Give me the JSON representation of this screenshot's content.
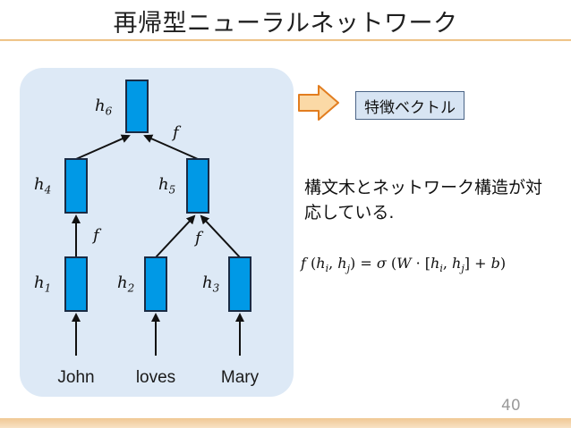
{
  "title": "再帰型ニューラルネットワーク",
  "feature_vector_label": "特徴ベクトル",
  "description": "構文木とネットワーク構造が対応している.",
  "formula": {
    "lhs_f": "f",
    "lhs_args": "(h",
    "i": "i",
    "j": "j",
    "sigma": "σ",
    "W": "W",
    "b": "b"
  },
  "tree": {
    "words": [
      "John",
      "loves",
      "Mary"
    ],
    "nodes": [
      {
        "label": "h",
        "sub": "1"
      },
      {
        "label": "h",
        "sub": "2"
      },
      {
        "label": "h",
        "sub": "3"
      },
      {
        "label": "h",
        "sub": "4"
      },
      {
        "label": "h",
        "sub": "5"
      },
      {
        "label": "h",
        "sub": "6"
      }
    ],
    "edge_function_label": "f"
  },
  "page_number": "40",
  "colors": {
    "node_fill": "#0099e6",
    "node_stroke": "#1a2b44",
    "panel": "#dde9f6",
    "arrow_fill": "#fbd9a6",
    "arrow_stroke": "#e27d1f"
  }
}
